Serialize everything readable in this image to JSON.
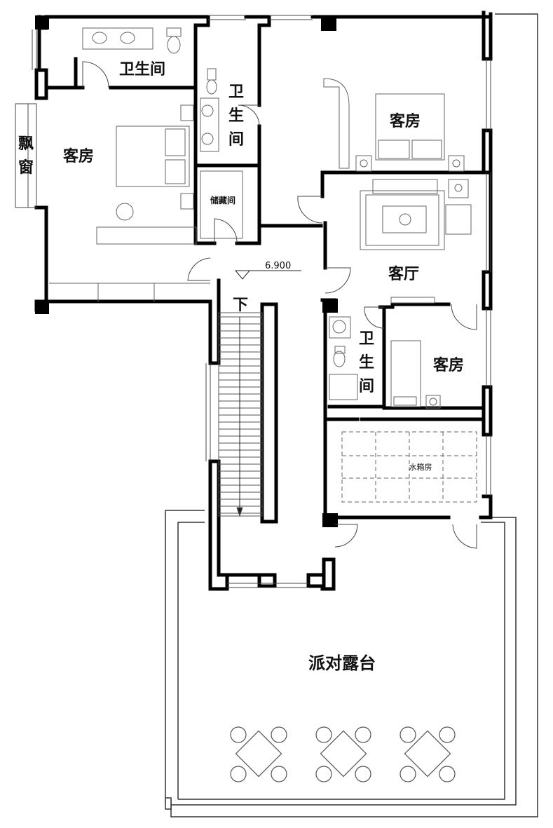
{
  "rooms": {
    "bathroom_top_left": "卫生间",
    "bathroom_center_top": [
      "卫",
      "生",
      "间"
    ],
    "guest_room_left": "客房",
    "bay_window": [
      "飘",
      "窗"
    ],
    "storage": "储藏间",
    "guest_room_top_right": "客房",
    "living_room": "客厅",
    "bathroom_center": [
      "卫",
      "生",
      "间"
    ],
    "guest_room_small": "客房",
    "water_tank_room": "水箱房",
    "party_terrace": "派对露台"
  },
  "elevation": "6.900",
  "stair_direction": "下",
  "colors": {
    "wall": "#000000",
    "line": "#333333",
    "furniture": "#555555",
    "background": "#ffffff"
  }
}
